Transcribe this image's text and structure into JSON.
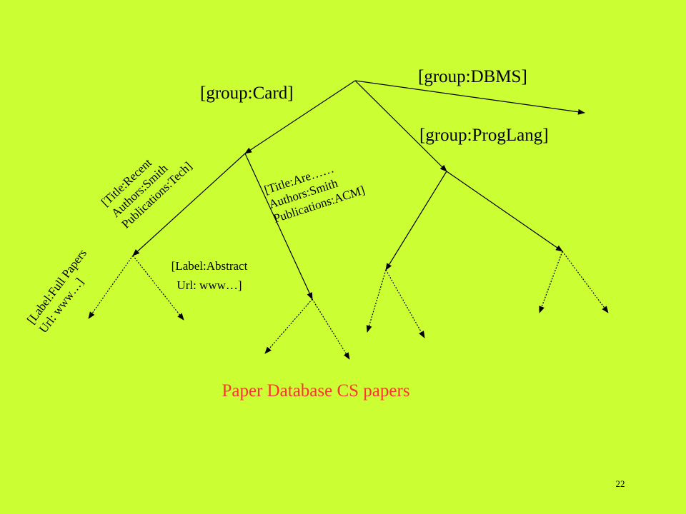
{
  "diagram": {
    "edge_labels": {
      "dbms": "[group:DBMS]",
      "card": "[group:Card]",
      "proglang": "[group:ProgLang]",
      "recent": [
        "[Title:Recent",
        "Authors:Smith",
        "Publications:Tech]"
      ],
      "are": [
        "[Title:Are……",
        "Authors:Smith",
        "Publications:ACM]"
      ],
      "fullpapers": [
        "[Label:Full Papers",
        "Url: www…]"
      ],
      "abstract": [
        "[Label:Abstract",
        "Url: www…]"
      ]
    },
    "caption": "Paper Database CS papers",
    "caption_color": "#ff3333"
  },
  "slide": {
    "background": "#ccff33",
    "page_number": "22"
  }
}
